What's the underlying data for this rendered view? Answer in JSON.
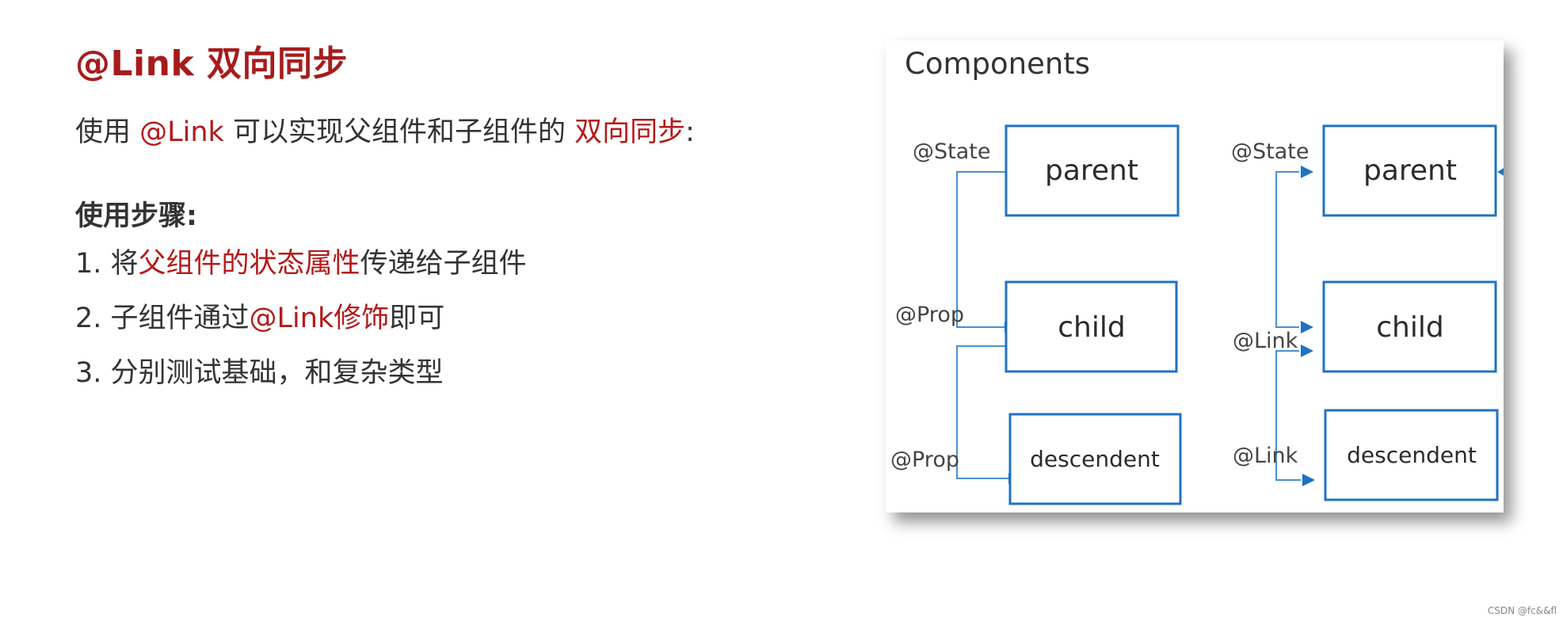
{
  "heading": "@Link 双向同步",
  "intro": {
    "prefix": "使用 ",
    "highlight": "@Link",
    "middle": " 可以实现父组件和子组件的 ",
    "highlight2": "双向同步",
    "suffix": ":"
  },
  "steps_heading": "使用步骤:",
  "steps": [
    {
      "number": "1. ",
      "pre": "将",
      "highlight": "父组件的状态属性",
      "post": "传递给子组件"
    },
    {
      "number": "2. ",
      "pre": "子组件通过",
      "highlight": "@Link修饰",
      "post": "即可"
    },
    {
      "number": "3. ",
      "pre": "分别测试基础，和复杂类型",
      "highlight": "",
      "post": ""
    }
  ],
  "figure": {
    "title": "Components",
    "left_diagram": {
      "parent_label": "@State",
      "child_label": "@Prop",
      "descendent_label": "@Prop",
      "boxes": [
        "parent",
        "child",
        "descendent"
      ]
    },
    "right_diagram": {
      "parent_label": "@State",
      "child_label": "@Link",
      "descendent_label": "@Link",
      "boxes": [
        "parent",
        "child",
        "descendent"
      ]
    },
    "colors": {
      "box_stroke": "#1f72c4",
      "wire": "#4a8fd1"
    }
  },
  "watermark": "CSDN @fc&&fl"
}
